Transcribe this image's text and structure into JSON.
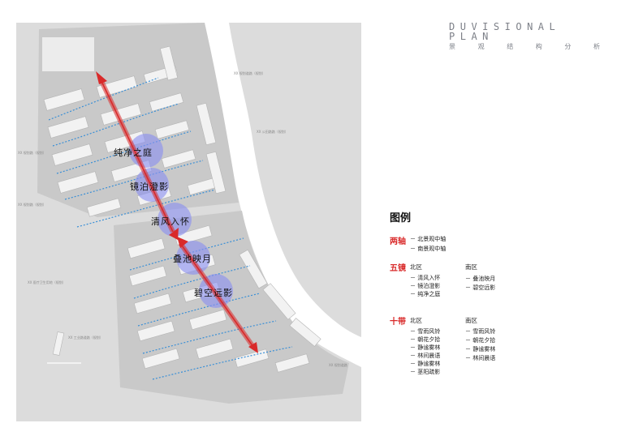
{
  "header": {
    "title_en": "DUVISIONAL PLAN",
    "title_cn": [
      "景",
      "观",
      "结",
      "构",
      "分",
      "析"
    ]
  },
  "map": {
    "zones": [
      "纯净之庭",
      "镜泊澄影",
      "清风入怀",
      "叠池映月",
      "碧空远影"
    ],
    "road_labels": [
      "XX 规划道路（规划）",
      "XX 公田路路（规划）",
      "XX 规划路（规划）",
      "XX 规划路（规划）",
      "XX 医疗卫生用地（规划）",
      "XX 工业路道路（规划）",
      "XX 规划道路"
    ]
  },
  "legend": {
    "title": "图例",
    "axes": {
      "label": "两轴",
      "items": [
        "－ 北景观中轴",
        "－ 南景观中轴"
      ]
    },
    "mirrors": {
      "label": "五镜",
      "north": {
        "header": "北区",
        "items": [
          "－ 清风入怀",
          "－ 镜泊澄影",
          "－ 纯净之庭"
        ]
      },
      "south": {
        "header": "南区",
        "items": [
          "－ 叠池映月",
          "－ 碧空远影"
        ]
      }
    },
    "belts": {
      "label": "十带",
      "north": {
        "header": "北区",
        "items": [
          "－ 雪雨风铃",
          "－ 朝花夕拾",
          "－ 静谧雾林",
          "－ 林间晨语",
          "－ 静谧雾林",
          "－ 茎阳疏影"
        ]
      },
      "south": {
        "header": "南区",
        "items": [
          "－ 雪雨风铃",
          "－ 朝花夕拾",
          "－ 静谧雾林",
          "－ 林间晨语"
        ]
      }
    }
  },
  "colors": {
    "axis": "#d92a2a",
    "node": "#8a8ff0",
    "belt": "#3a8fd6",
    "title": "#7d8088"
  }
}
